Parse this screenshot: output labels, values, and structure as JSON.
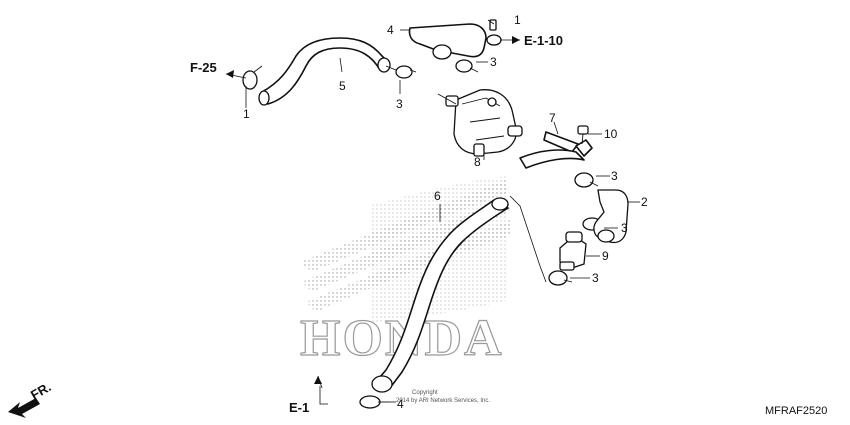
{
  "callouts": {
    "c1a": "1",
    "c1b": "1",
    "c2": "2",
    "c3a": "3",
    "c3b": "3",
    "c3c": "3",
    "c3d": "3",
    "c3e": "3",
    "c4a": "4",
    "c4b": "4",
    "c5": "5",
    "c6": "6",
    "c7": "7",
    "c8": "8",
    "c9": "9",
    "c10": "10"
  },
  "references": {
    "f25": "F-25",
    "e110": "E-1-10",
    "e1": "E-1"
  },
  "direction_label": "FR.",
  "watermark_brand": "HONDA",
  "copyright": {
    "line1": "Copyright",
    "line2": "2014 by ARI Network Services, Inc."
  },
  "diagram_code": "MFRAF2520"
}
